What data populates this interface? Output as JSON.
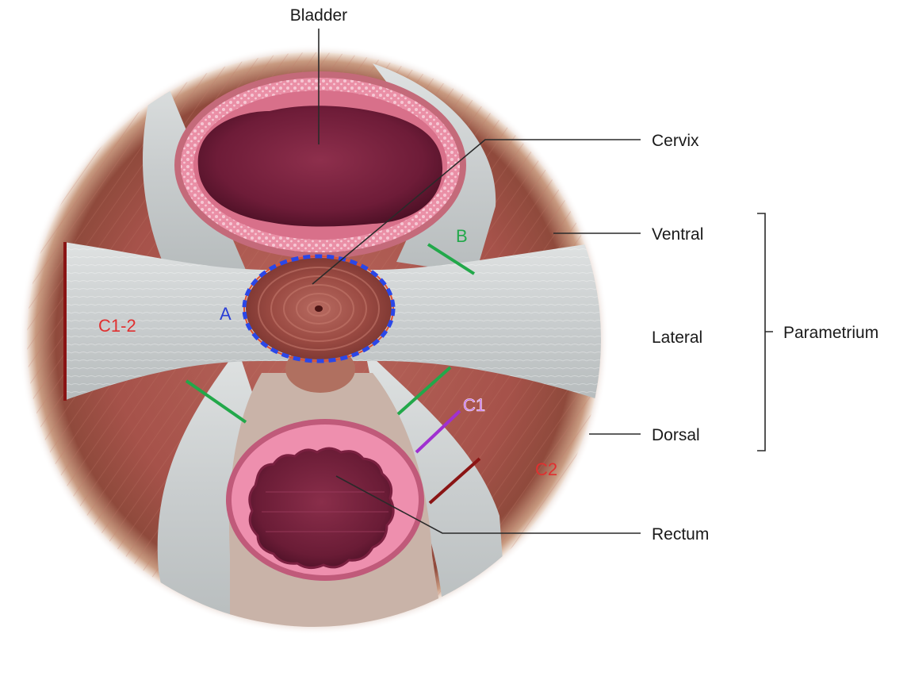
{
  "labels": {
    "bladder": "Bladder",
    "cervix": "Cervix",
    "ventral": "Ventral",
    "lateral": "Lateral",
    "dorsal": "Dorsal",
    "rectum": "Rectum",
    "parametrium": "Parametrium"
  },
  "markers": {
    "a": "A",
    "b": "B",
    "c1": "C1",
    "c2": "C2",
    "c12": "C1-2"
  },
  "colors": {
    "marker_a": "#2b3fd6",
    "marker_b": "#22a84a",
    "marker_c1": "#b040d8",
    "marker_c2": "#e03030",
    "marker_c12": "#e03030",
    "boundary_line_red": "#8a1414",
    "cervix_outline": "#2a47e8",
    "leader_line": "#2a2a2a"
  }
}
